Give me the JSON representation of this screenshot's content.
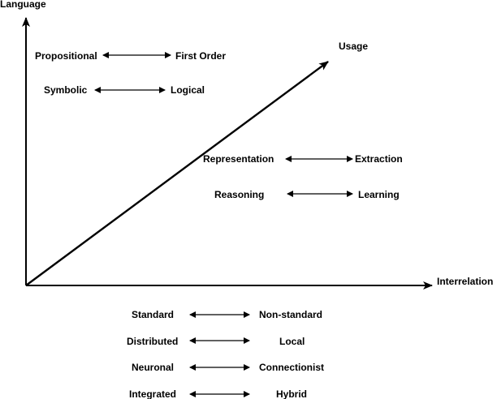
{
  "axes": {
    "vertical": "Language",
    "horizontal": "Interrelation",
    "diagonal": "Usage"
  },
  "language_pairs": [
    {
      "left": "Propositional",
      "right": "First Order"
    },
    {
      "left": "Symbolic",
      "right": "Logical"
    }
  ],
  "usage_pairs": [
    {
      "left": "Representation",
      "right": "Extraction"
    },
    {
      "left": "Reasoning",
      "right": "Learning"
    }
  ],
  "interrelation_pairs": [
    {
      "left": "Standard",
      "right": "Non-standard"
    },
    {
      "left": "Distributed",
      "right": "Local"
    },
    {
      "left": "Neuronal",
      "right": "Connectionist"
    },
    {
      "left": "Integrated",
      "right": "Hybrid"
    }
  ],
  "colors": {
    "ink": "#000000",
    "background": "#ffffff"
  }
}
